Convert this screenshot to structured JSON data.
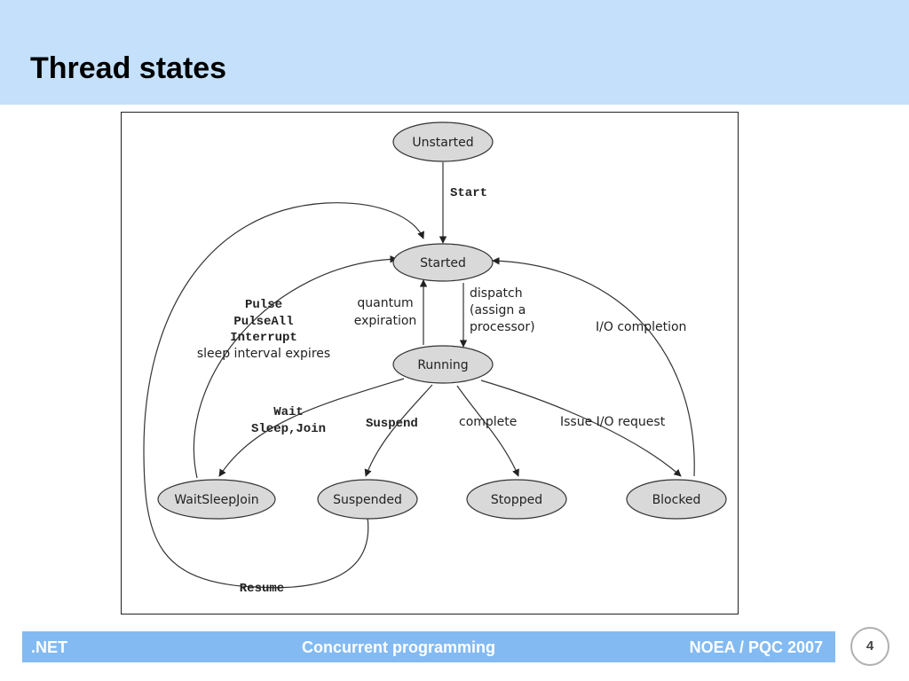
{
  "slide": {
    "title": "Thread states",
    "page_number": "4"
  },
  "footer": {
    "left": ".NET",
    "center": "Concurrent programming",
    "right": "NOEA / PQC 2007"
  },
  "colors": {
    "header_bg": "#c4e0fb",
    "footer_bg": "#83baf2",
    "state_fill": "#d9d9d9"
  },
  "diagram": {
    "states": {
      "unstarted": "Unstarted",
      "started": "Started",
      "running": "Running",
      "waitsleepjoin": "WaitSleepJoin",
      "suspended": "Suspended",
      "stopped": "Stopped",
      "blocked": "Blocked"
    },
    "labels": {
      "start": "Start",
      "pulse": "Pulse",
      "pulseall": "PulseAll",
      "interrupt": "Interrupt",
      "sleep_expires": "sleep interval expires",
      "quantum": "quantum",
      "expiration": "expiration",
      "dispatch": "dispatch",
      "assign_a": "(assign a",
      "processor": "processor)",
      "io_completion": "I/O completion",
      "wait": "Wait",
      "sleep_join": "Sleep,Join",
      "suspend": "Suspend",
      "complete": "complete",
      "issue_io": "Issue I/O request",
      "resume": "Resume"
    }
  }
}
